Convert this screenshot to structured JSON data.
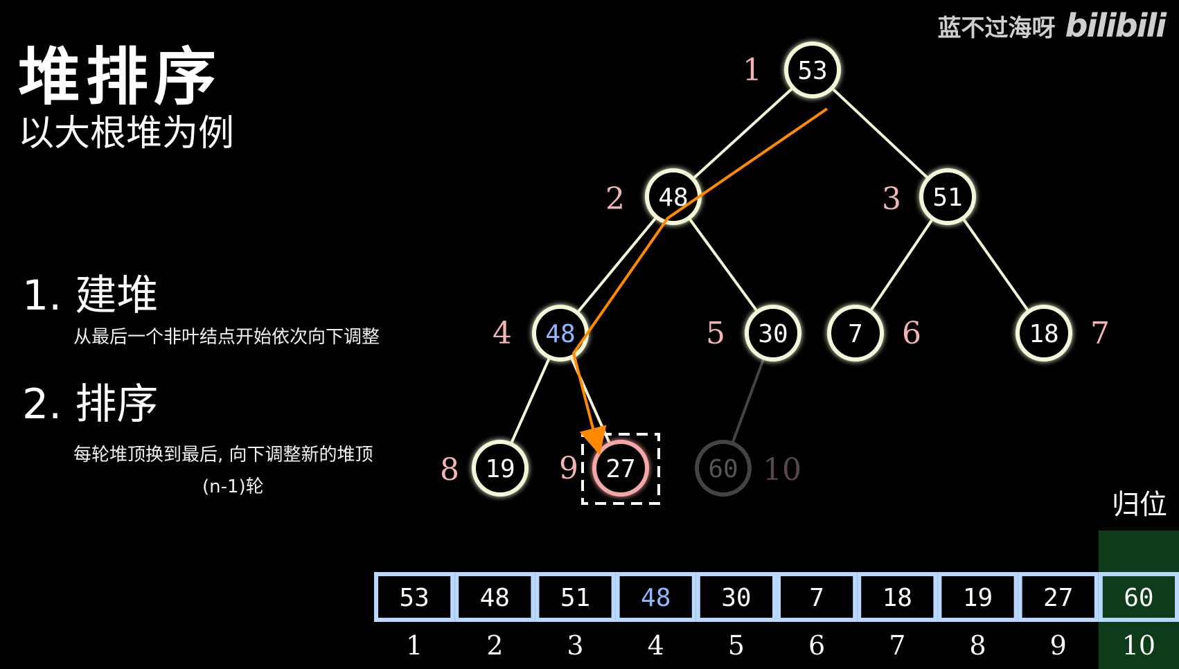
{
  "title": "堆排序",
  "subtitle": "以大根堆为例",
  "watermark": {
    "author": "蓝不过海呀",
    "logo": "bilibili"
  },
  "steps": [
    {
      "label": "1. 建堆",
      "desc": "从最后一个非叶结点开始依次向下调整"
    },
    {
      "label": "2. 排序",
      "desc": "每轮堆顶换到最后, 向下调整新的堆顶",
      "desc2": "(n-1)轮"
    }
  ],
  "placed_label": "归位",
  "colors": {
    "node": "#f4f6d8",
    "highlight": "#8fb8ff",
    "current": "#f5a6a6",
    "faded": "#444444",
    "index": "#f2b5b5",
    "path": "#ff8a00",
    "cell": "#b9d8ff",
    "placed_bg": "#0e3b1a"
  },
  "tree": {
    "nodes": [
      {
        "index": "1",
        "value": "53",
        "state": "normal"
      },
      {
        "index": "2",
        "value": "48",
        "state": "normal"
      },
      {
        "index": "3",
        "value": "51",
        "state": "normal"
      },
      {
        "index": "4",
        "value": "48",
        "state": "highlight"
      },
      {
        "index": "5",
        "value": "30",
        "state": "normal"
      },
      {
        "index": "6",
        "value": "7",
        "state": "normal"
      },
      {
        "index": "7",
        "value": "18",
        "state": "normal"
      },
      {
        "index": "8",
        "value": "19",
        "state": "normal"
      },
      {
        "index": "9",
        "value": "27",
        "state": "current"
      },
      {
        "index": "10",
        "value": "60",
        "state": "faded"
      }
    ]
  },
  "array": {
    "values": [
      "53",
      "48",
      "51",
      "48",
      "30",
      "7",
      "18",
      "19",
      "27",
      "60"
    ],
    "indices": [
      "1",
      "2",
      "3",
      "4",
      "5",
      "6",
      "7",
      "8",
      "9",
      "10"
    ],
    "highlight_index": 3,
    "placed_from": 9
  }
}
